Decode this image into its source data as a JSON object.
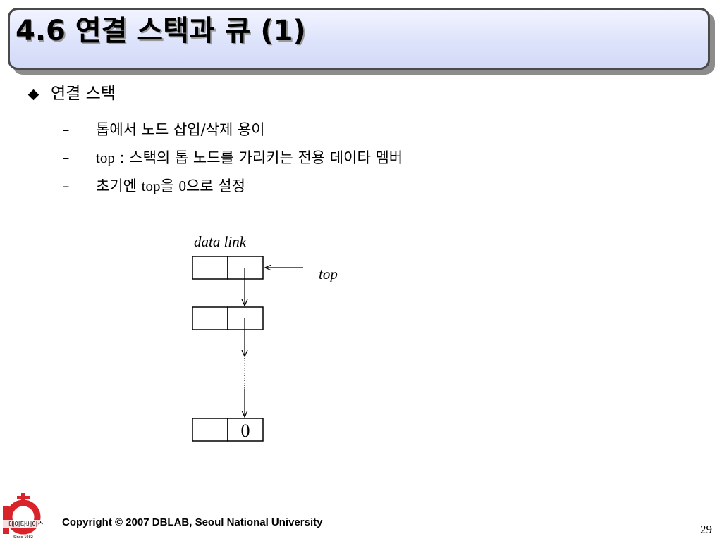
{
  "title": "4.6 연결 스택과 큐 (1)",
  "bullet": {
    "label": "연결 스택",
    "items": [
      {
        "text": "톱에서 노드 삽입/삭제 용이"
      },
      {
        "code": "top",
        "text": " : 스택의 톱 노드를 가리키는 전용 데이타 멤버"
      },
      {
        "pre": "초기엔 ",
        "code": "top",
        "mid": "을 ",
        "num": "0",
        "post": "으로 설정"
      }
    ],
    "dash": "–"
  },
  "diagram": {
    "field_label": "data link",
    "pointer_label": "top",
    "last_link_value": "0"
  },
  "footer": {
    "copyright": "Copyright © 2007 DBLAB, Seoul National University",
    "page_number": "29",
    "logo_text": "데이타베이스",
    "logo_since": "Since 1982"
  },
  "colors": {
    "title_bg": "#dde3fb",
    "logo_red": "#d8232a"
  }
}
